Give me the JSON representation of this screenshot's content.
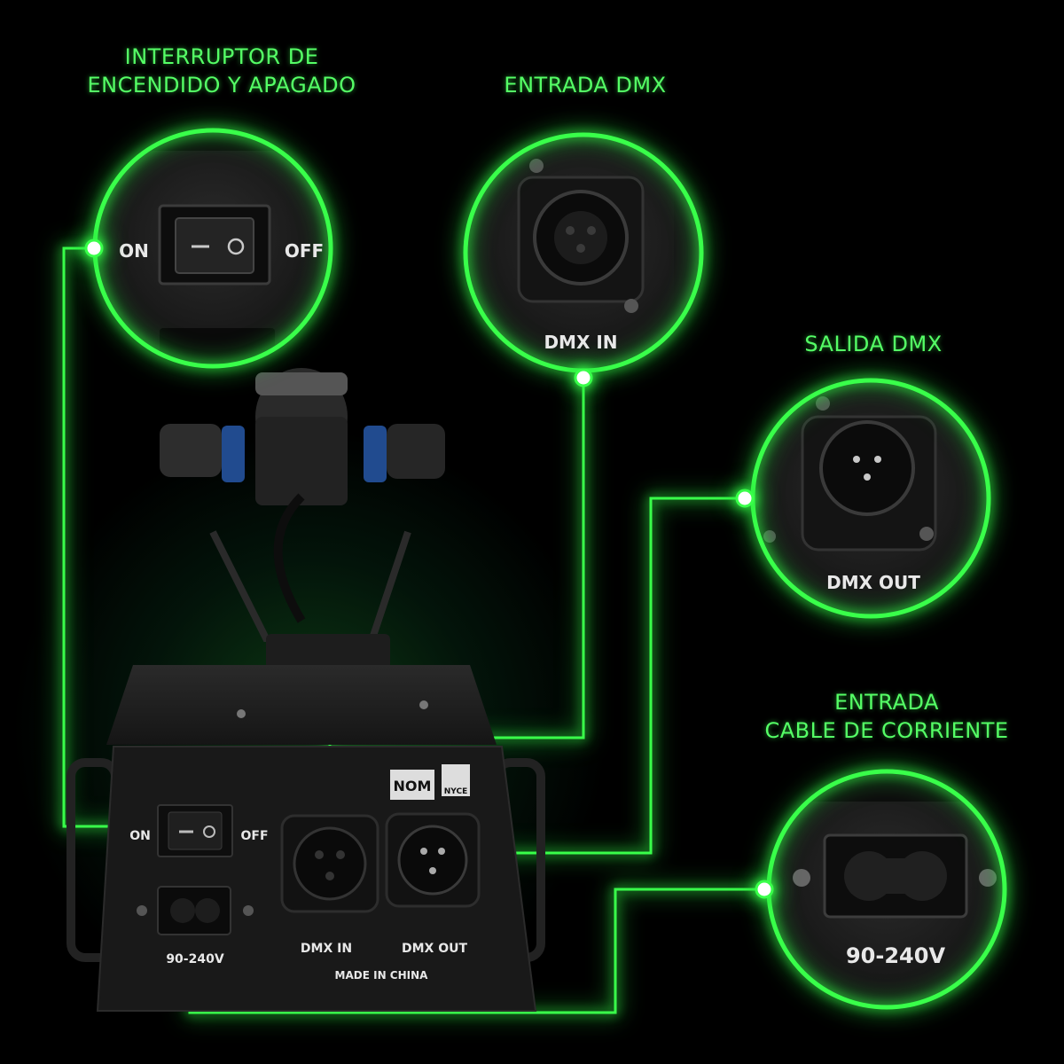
{
  "callouts": {
    "power_switch": "INTERRUPTOR DE\nENCENDIDO Y APAGADO",
    "dmx_in": "ENTRADA DMX",
    "dmx_out": "SALIDA DMX",
    "power_input": "ENTRADA\nCABLE DE CORRIENTE"
  },
  "zoom_labels": {
    "on": "ON",
    "off": "OFF",
    "dmx_in": "DMX IN",
    "dmx_out": "DMX OUT",
    "voltage": "90-240V"
  },
  "panel_labels": {
    "on": "ON",
    "off": "OFF",
    "voltage": "90-240V",
    "dmx_in": "DMX IN",
    "dmx_out": "DMX OUT",
    "made_in": "MADE IN CHINA",
    "nom": "NOM",
    "nyce": "NYCE"
  },
  "colors": {
    "accent_green": "#39ff4a",
    "background": "#000000",
    "device_body": "#1a1a1a"
  }
}
